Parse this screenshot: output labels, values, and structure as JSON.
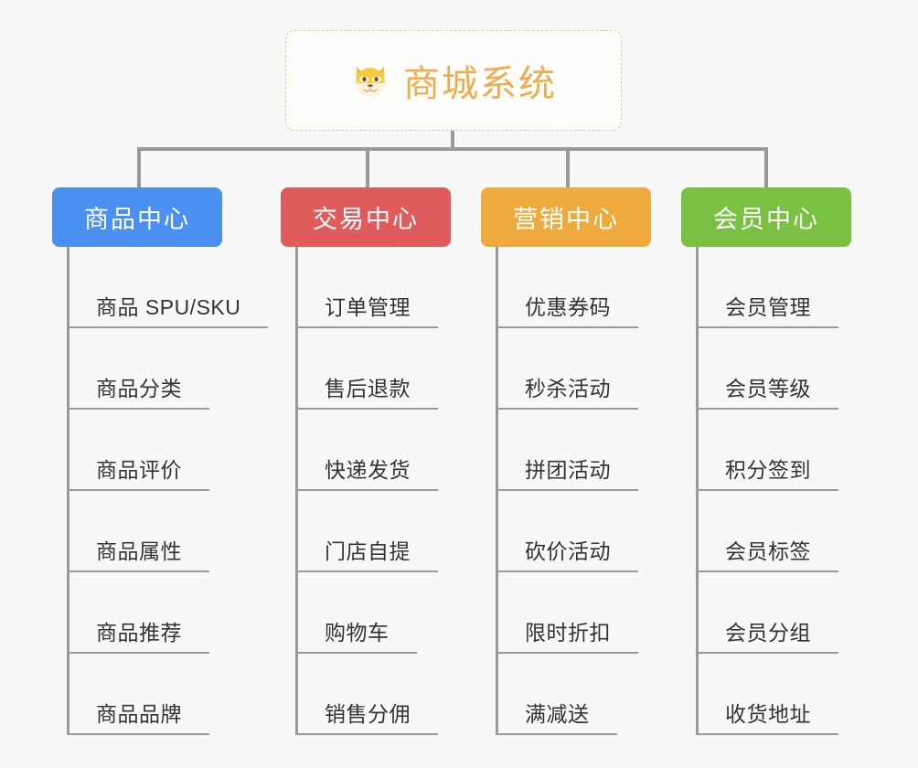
{
  "background_color": "#f8f8f8",
  "root": {
    "icon": "dog-face-emoji",
    "title": "商城系统",
    "title_color": "#f0ad4e",
    "border_color": "#e8c98a"
  },
  "connector_color": "#999999",
  "columns": [
    {
      "key": "product-center",
      "title": "商品中心",
      "color": "#4a90f0",
      "items": [
        "商品 SPU/SKU",
        "商品分类",
        "商品评价",
        "商品属性",
        "商品推荐",
        "商品品牌"
      ]
    },
    {
      "key": "trade-center",
      "title": "交易中心",
      "color": "#e05c5c",
      "items": [
        "订单管理",
        "售后退款",
        "快递发货",
        "门店自提",
        "购物车",
        "销售分佣"
      ]
    },
    {
      "key": "marketing-center",
      "title": "营销中心",
      "color": "#eeaa3c",
      "items": [
        "优惠券码",
        "秒杀活动",
        "拼团活动",
        "砍价活动",
        "限时折扣",
        "满减送"
      ]
    },
    {
      "key": "member-center",
      "title": "会员中心",
      "color": "#7ac143",
      "items": [
        "会员管理",
        "会员等级",
        "积分签到",
        "会员标签",
        "会员分组",
        "收货地址"
      ]
    }
  ]
}
